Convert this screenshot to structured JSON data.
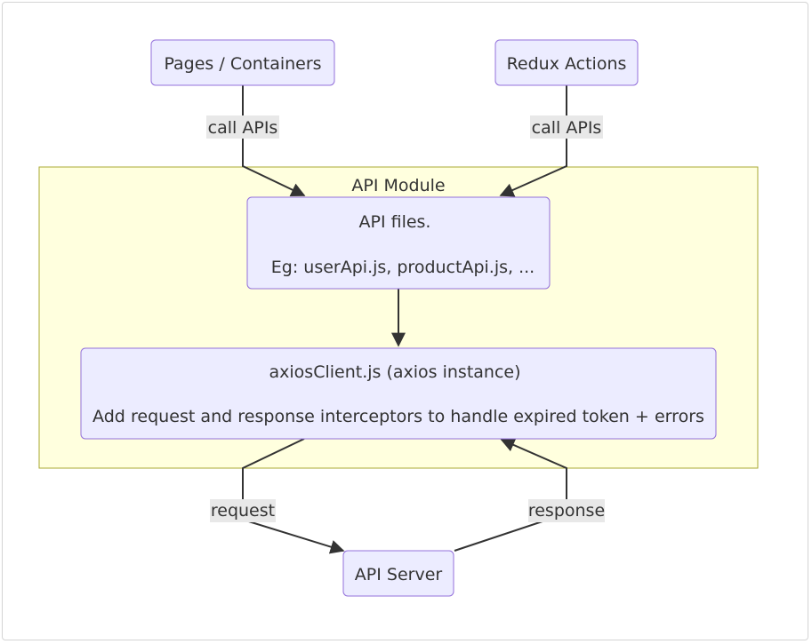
{
  "colors": {
    "node_fill": "#ECECFF",
    "node_stroke": "#9370DB",
    "cluster_fill": "#FFFFDE",
    "cluster_stroke": "#AAAA33",
    "edge_stroke": "#333333",
    "edge_label_bg": "#E8E8E8",
    "text": "#333333"
  },
  "cluster": {
    "title": "API Module"
  },
  "nodes": {
    "pages": {
      "label": "Pages / Containers"
    },
    "redux": {
      "label": "Redux Actions"
    },
    "api_files": {
      "line1": "API files.",
      "line2": "Eg: userApi.js, productApi.js, ..."
    },
    "axios_client": {
      "line1": "axiosClient.js (axios instance)",
      "line2": "Add request and response interceptors to handle expired token + errors"
    },
    "api_server": {
      "label": "API Server"
    }
  },
  "edges": {
    "pages_to_api_files": {
      "label": "call APIs"
    },
    "redux_to_api_files": {
      "label": "call APIs"
    },
    "axios_to_server": {
      "label": "request"
    },
    "server_to_axios": {
      "label": "response"
    }
  }
}
